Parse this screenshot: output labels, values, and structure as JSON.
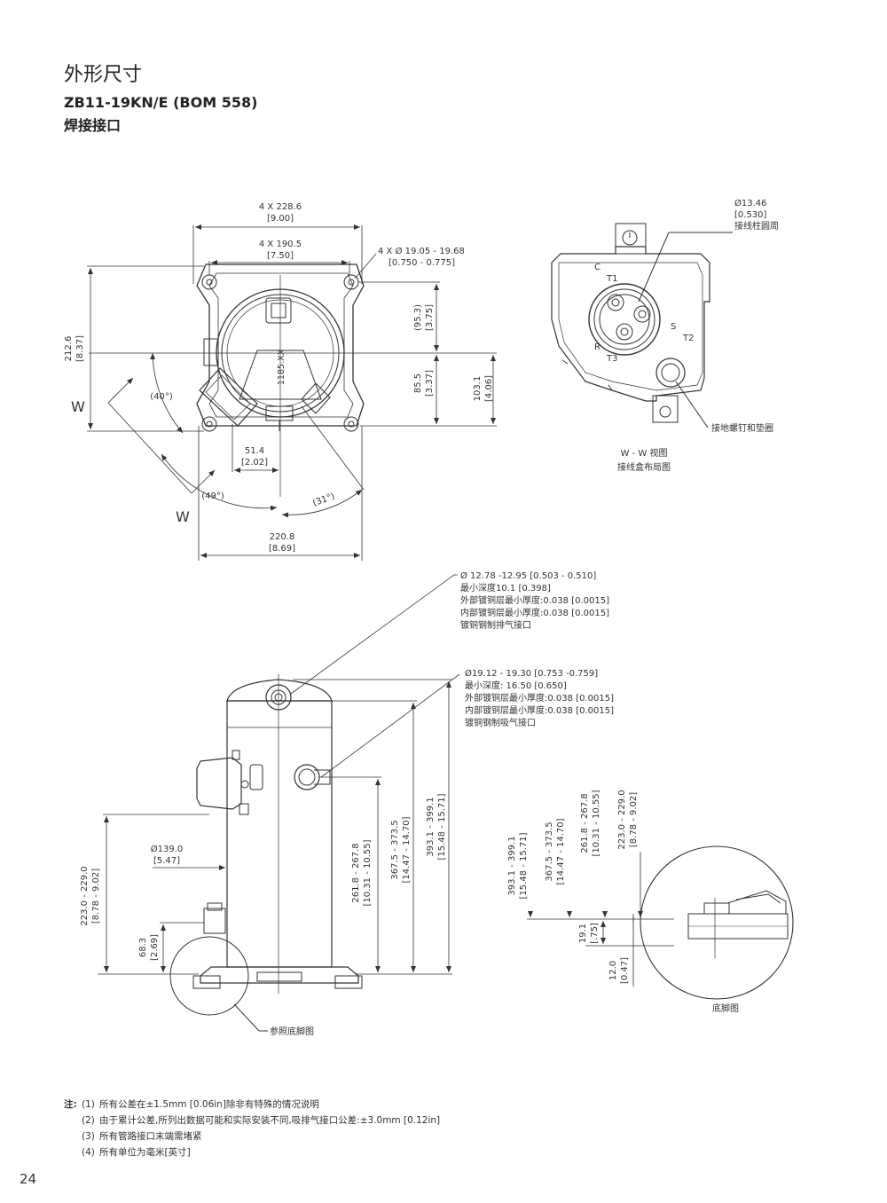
{
  "header": {
    "title": "外形尺寸",
    "model": "ZB11-19KN/E (BOM 558)",
    "subtitle": "焊接接口"
  },
  "top_view": {
    "dim_4x228": "4 X 228.6",
    "dim_4x228_in": "[9.00]",
    "dim_4x190": "4 X 190.5",
    "dim_4x190_in": "[7.50]",
    "hole": "4 X Ø 19.05 - 19.68",
    "hole_in": "[0.750 - 0.775]",
    "h212": "212.6",
    "h212_in": "[8.37]",
    "h95": "(95.3)",
    "h95_in": "[3.75]",
    "h85": "85.5",
    "h85_in": "[3.37]",
    "h103": "103.1",
    "h103_in": "[4.06]",
    "ang40": "(40°)",
    "ang49": "(49°)",
    "ang31": "(31°)",
    "d51": "51.4",
    "d51_in": "[2.02]",
    "w220": "220.8",
    "w220_in": "[8.69]",
    "w_mark": "W",
    "plate_code": "1185.XX"
  },
  "terminal_box": {
    "dia": "Ø13.46",
    "dia_in": "[0.530]",
    "dia_desc": "接线柱圆周",
    "t_c": "C",
    "t_t1": "T1",
    "t_s": "S",
    "t_t2": "T2",
    "t_r": "R",
    "t_t3": "T3",
    "ground": "接地螺钉和垫圈",
    "caption1": "W - W 视图",
    "caption2": "接线盒布局图"
  },
  "discharge": {
    "l1": "Ø 12.78 -12.95 [0.503 - 0.510]",
    "l2": "最小深度10.1 [0.398]",
    "l3": "外部镀铜层最小厚度:0.038 [0.0015]",
    "l4": "内部镀铜层最小厚度:0.038 [0.0015]",
    "l5": "镀铜钢制排气接口"
  },
  "suction": {
    "l1": "Ø19.12 - 19.30 [0.753 -0.759]",
    "l2": "最小深度: 16.50 [0.650]",
    "l3": "外部镀铜层最小厚度:0.038 [0.0015]",
    "l4": "内部镀铜层最小厚度:0.038 [0.0015]",
    "l5": "镀铜钢制吸气接口"
  },
  "side_view": {
    "d139": "Ø139.0",
    "d139_in": "[5.47]",
    "h223": "223.0 - 229.0",
    "h223_in": "[8.78 - 9.02]",
    "h68": "68.3",
    "h68_in": "[2.69]",
    "h261": "261.8 - 267.8",
    "h261_in": "[10.31 - 10.55]",
    "h367": "367.5 - 373.5",
    "h367_in": "[14.47 - 14.70]",
    "h393": "393.1 - 399.1",
    "h393_in": "[15.48 - 15.71]",
    "foot_ref": "参照底脚图"
  },
  "foot_detail": {
    "h393": "393.1 - 399.1",
    "h393_in": "[15.48 - 15.71]",
    "h367": "367.5 - 373.5",
    "h367_in": "[14.47 - 14.70]",
    "h261": "261.8 - 267.8",
    "h261_in": "[10.31 - 10.55]",
    "h223": "223.0 - 229.0",
    "h223_in": "[8.78 - 9.02]",
    "h19": "19.1",
    "h19_in": "[.75]",
    "h12": "12.0",
    "h12_in": "[0.47]",
    "caption": "底脚图"
  },
  "notes": {
    "label": "注:",
    "items": [
      {
        "num": "(1)",
        "text": "所有公差在±1.5mm [0.06in]除非有特殊的情况说明"
      },
      {
        "num": "(2)",
        "text": "由于累计公差,所列出数据可能和实际安装不同,吸排气接口公差:±3.0mm [0.12in]"
      },
      {
        "num": "(3)",
        "text": "所有管路接口末端需堵紧"
      },
      {
        "num": "(4)",
        "text": "所有单位为毫米[英寸]"
      }
    ]
  },
  "page_number": "24"
}
